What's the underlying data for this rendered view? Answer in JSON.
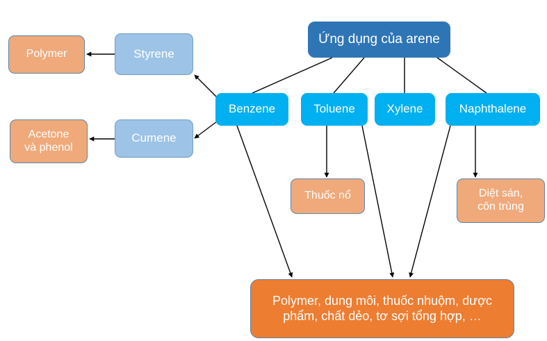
{
  "diagram": {
    "title": "Ứng dụng của arene",
    "background": "#FFFFFF",
    "colors": {
      "root_fill": "#2E75B6",
      "bright_blue_fill": "#00B0F0",
      "light_blue_fill": "#9DC3E6",
      "peach_fill": "#F0A97A",
      "orange_fill": "#ED7D31",
      "border": "#41719C",
      "connector": "#000000",
      "text": "#FFFFFF"
    },
    "nodes": {
      "root": {
        "label": "Ứng dụng của arene"
      },
      "benzene": {
        "label": "Benzene"
      },
      "toluene": {
        "label": "Toluene"
      },
      "xylene": {
        "label": "Xylene"
      },
      "naphthalene": {
        "label": "Naphthalene"
      },
      "styrene": {
        "label": "Styrene"
      },
      "cumene": {
        "label": "Cumene"
      },
      "polymer": {
        "label": "Polymer"
      },
      "acetone_phenol": {
        "line1": "Acetone",
        "line2": "và phenol"
      },
      "thuoc_no": {
        "label": "Thuốc nổ"
      },
      "diet_san": {
        "line1": "Diệt sán,",
        "line2": "côn trùng"
      },
      "products": {
        "line1": "Polymer, dung môi, thuốc nhuộm, dược",
        "line2": "phẩm, chất dẻo, tơ sợi tổng hợp, …"
      }
    },
    "edges": [
      {
        "from": "root",
        "to": "benzene",
        "arrow": false
      },
      {
        "from": "root",
        "to": "toluene",
        "arrow": false
      },
      {
        "from": "root",
        "to": "xylene",
        "arrow": false
      },
      {
        "from": "root",
        "to": "naphthalene",
        "arrow": false
      },
      {
        "from": "benzene",
        "to": "styrene",
        "arrow": true
      },
      {
        "from": "benzene",
        "to": "cumene",
        "arrow": true
      },
      {
        "from": "styrene",
        "to": "polymer",
        "arrow": true
      },
      {
        "from": "cumene",
        "to": "acetone_phenol",
        "arrow": true
      },
      {
        "from": "toluene",
        "to": "thuoc_no",
        "arrow": true
      },
      {
        "from": "naphthalene",
        "to": "diet_san",
        "arrow": true
      },
      {
        "from": "benzene",
        "to": "products",
        "arrow": true
      },
      {
        "from": "xylene",
        "to": "products",
        "arrow": true
      },
      {
        "from": "naphthalene",
        "to": "products",
        "arrow": true
      }
    ]
  }
}
